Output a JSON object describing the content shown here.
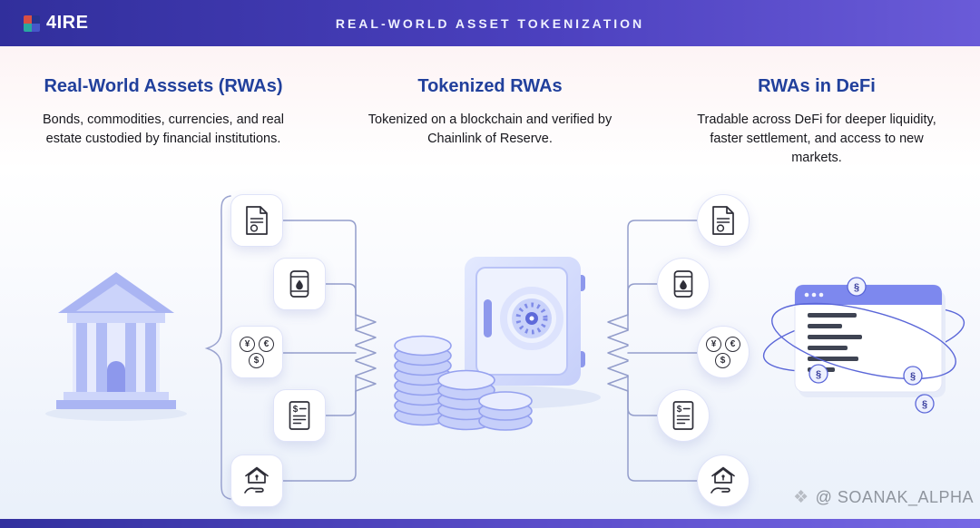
{
  "header": {
    "logo_text": "4IRE",
    "title": "REAL-WORLD ASSET TOKENIZATION"
  },
  "columns": [
    {
      "title": "Real-World Asssets (RWAs)",
      "description": "Bonds, commodities, currencies, and real estate custodied by financial institutions."
    },
    {
      "title": "Tokenized RWAs",
      "description": "Tokenized on a blockchain and verified by Chainlink of Reserve."
    },
    {
      "title": "RWAs in DeFi",
      "description": "Tradable across DeFi for deeper liquidity, faster settlement, and access to new markets."
    }
  ],
  "symbols": {
    "yen": "¥",
    "euro": "€",
    "dollar": "$",
    "section": "§"
  },
  "icons": {
    "watermark_gem": "❖",
    "asset_icons": [
      "bond-document-icon",
      "oil-barrel-icon",
      "currency-coins-icon",
      "contract-icon",
      "real-estate-hand-icon"
    ]
  },
  "watermark": {
    "text": "@ SOANAK_ALPHA"
  },
  "colors": {
    "header_gradient_start": "#312f9c",
    "header_gradient_end": "#6a5bd8",
    "title_blue": "#21409c",
    "periwinkle": "#aeb9f4",
    "connector": "#97a1cc",
    "body_text": "#17171d"
  }
}
